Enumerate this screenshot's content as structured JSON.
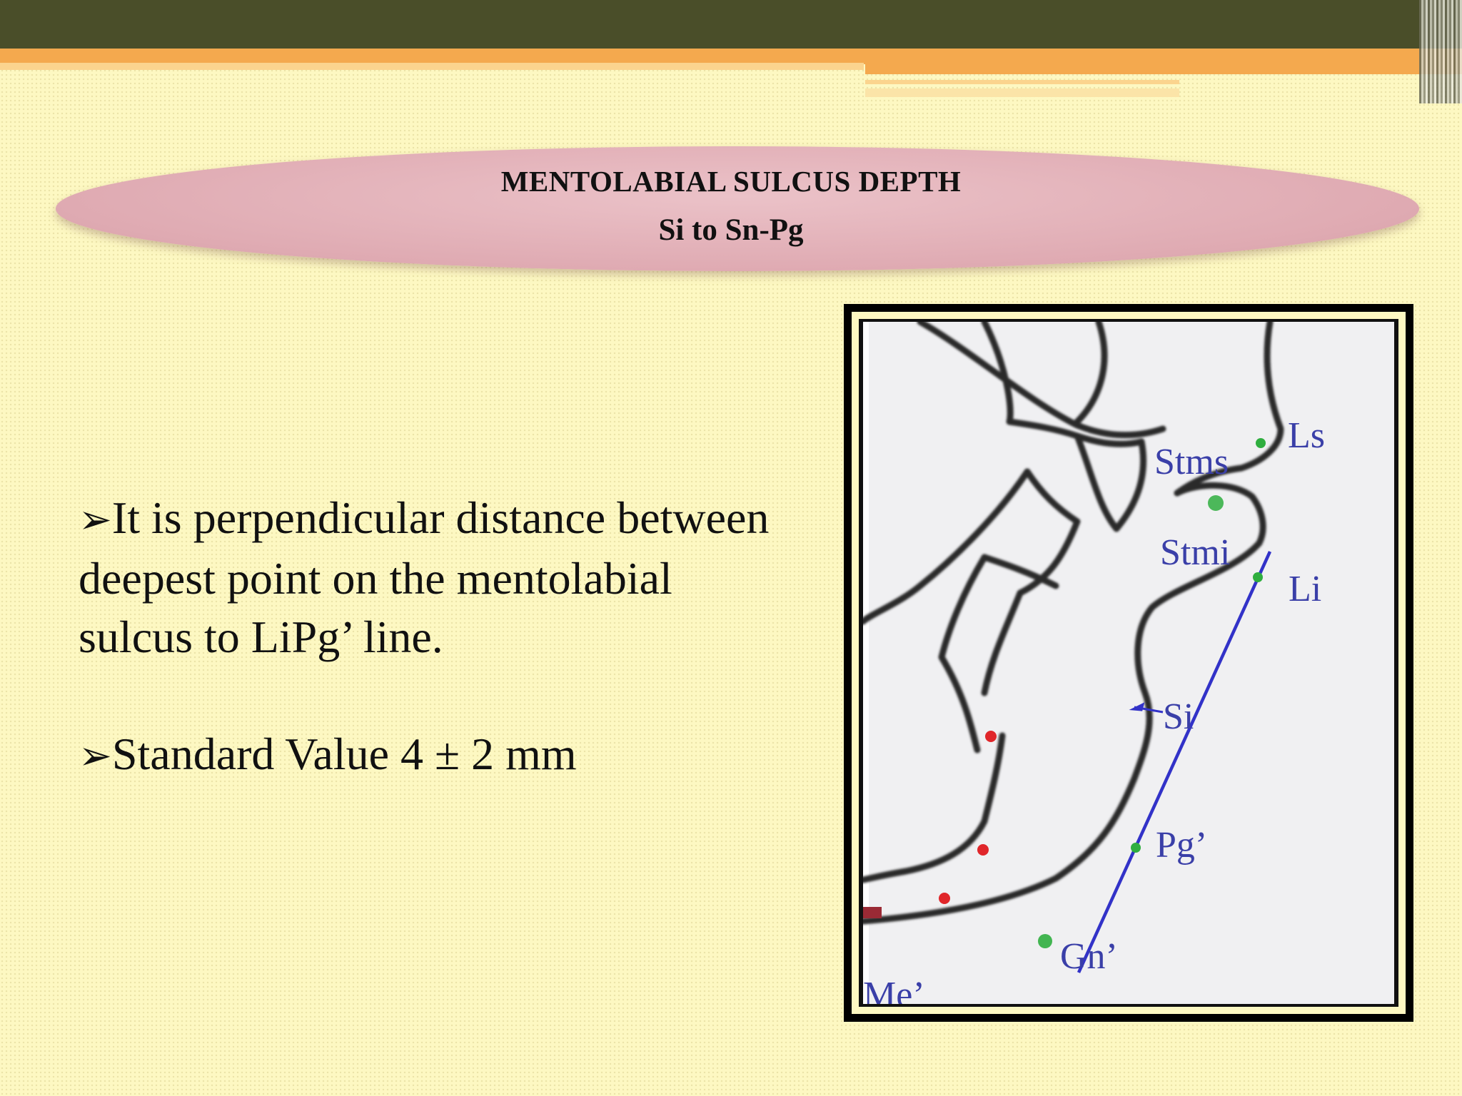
{
  "title": {
    "line1": "MENTOLABIAL SULCUS DEPTH",
    "line2": "Si to Sn-Pg"
  },
  "bullets": [
    {
      "arrow": "➢",
      "text": "It is perpendicular distance between deepest point on the mentolabial sulcus to LiPg’ line."
    },
    {
      "arrow": "➢",
      "text": "Standard Value  4 ± 2 mm"
    }
  ],
  "figure": {
    "labels": {
      "ls": "Ls",
      "stms": "Stms",
      "stmi": "Stmi",
      "li": "Li",
      "si": "Si",
      "pg": "Pg’",
      "gn": "Gn’",
      "me": "Me’"
    },
    "colors": {
      "label": "#3a3fa8",
      "line": "#3232c8",
      "green_point": "#2fae3f",
      "red_point": "#e0262a",
      "outline": "#2c2c2c"
    }
  },
  "colors": {
    "background": "#fdf8c2",
    "top_bar": "#4a4e29",
    "accent_orange": "#f4a94e",
    "title_ellipse": "#dfaab2"
  }
}
